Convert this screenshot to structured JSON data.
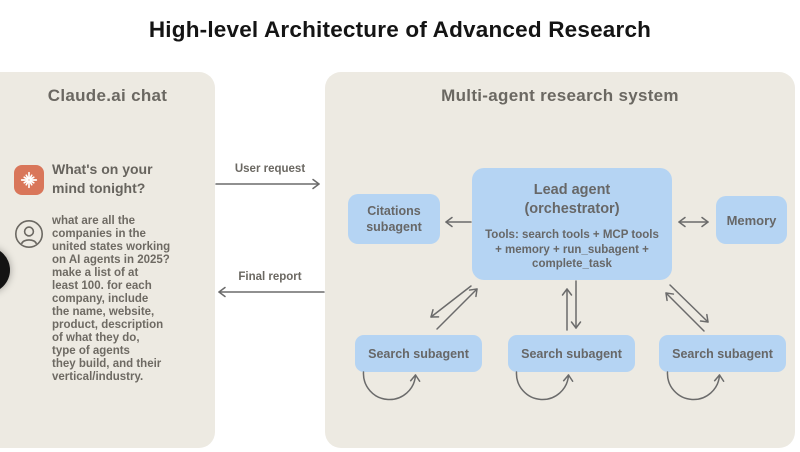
{
  "title": "High-level Architecture of Advanced Research",
  "left_panel": {
    "header": "Claude.ai chat",
    "assistant_greeting": "What's on your\nmind tonight?",
    "user_message": "what are all the\ncompanies in the\nunited states working\non AI agents in 2025?\nmake a list of at\nleast 100. for each\ncompany, include\nthe name, website,\nproduct, description\nof what they do,\ntype of agents\nthey build, and their\nvertical/industry."
  },
  "flow": {
    "user_request_label": "User request",
    "final_report_label": "Final report"
  },
  "right_panel": {
    "header": "Multi-agent research system",
    "lead_agent": {
      "title": "Lead agent",
      "subtitle": "(orchestrator)",
      "tools": "Tools: search tools + MCP tools\n+ memory + run_subagent +\ncomplete_task"
    },
    "citations_subagent_label": "Citations\nsubagent",
    "memory_label": "Memory",
    "search_subagent_labels": [
      "Search subagent",
      "Search subagent",
      "Search subagent"
    ]
  },
  "icons": {
    "assistant": "claude-starburst-icon",
    "user": "user-avatar-icon"
  },
  "colors": {
    "panel_bg": "#edeae2",
    "box_blue": "#b5d4f3",
    "claude_orange": "#d9765a",
    "arrow_gray": "#6b6b6b",
    "heading_gray": "#6b6862",
    "title_black": "#141414"
  }
}
